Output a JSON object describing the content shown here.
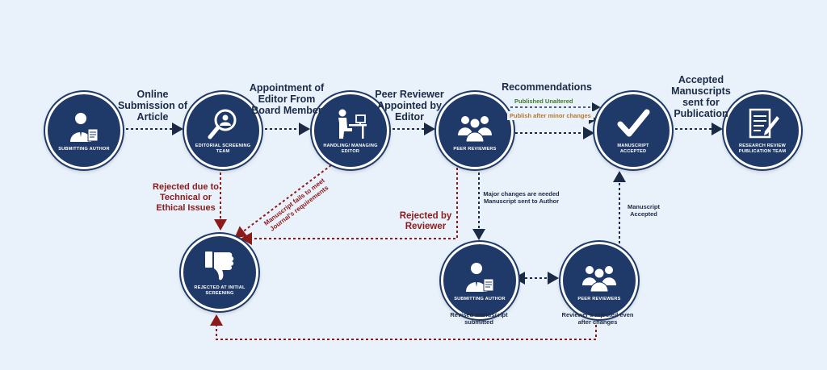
{
  "nodes": {
    "submitting_author": "SUBMITTING AUTHOR",
    "editorial_screening": "EDITORIAL SCREENING TEAM",
    "handling_editor": "HANDLING/ MANAGING EDITOR",
    "peer_reviewers": "PEER REVIEWERS",
    "manuscript_accepted": "MANUSCRIPT ACCEPTED",
    "research_review": "RESEARCH REVIEW PUBLICATION TEAM",
    "rejected_initial": "REJECTED AT INITIAL SCREENING",
    "submitting_author_2": "SUBMITTING AUTHOR",
    "peer_reviewers_2": "PEER REVIEWERS"
  },
  "steps": {
    "online_submission": "Online Submission of Article",
    "appointment_editor": "Appointment of Editor From Board Member",
    "peer_reviewer_appointed": "Peer Reviewer Appointed by Editor",
    "recommendations": "Recommendations",
    "accepted_sent": "Accepted Manuscripts sent for Publication"
  },
  "branches": {
    "published_unaltered": "Published Unaltered",
    "publish_minor": "Publish after minor changes",
    "rejected_technical": "Rejected due to Technical or Ethical Issues",
    "manuscript_fails": "Manuscript fails to meet Journal's requirements",
    "rejected_reviewer": "Rejected by Reviewer",
    "major_changes": "Major changes are needed Manuscript sent to Author",
    "manuscript_accepted_small": "Manuscript Accepted",
    "revised_submitted": "Revised manuscript submitted",
    "reviewers_rejected": "Reviewer's rejected even after changes"
  },
  "colors": {
    "node": "#1f3a68",
    "flow": "#1b2b45",
    "reject": "#8b1a1a",
    "green": "#3f7a2a",
    "orange": "#b8782b",
    "background": "#e9f1fb"
  }
}
